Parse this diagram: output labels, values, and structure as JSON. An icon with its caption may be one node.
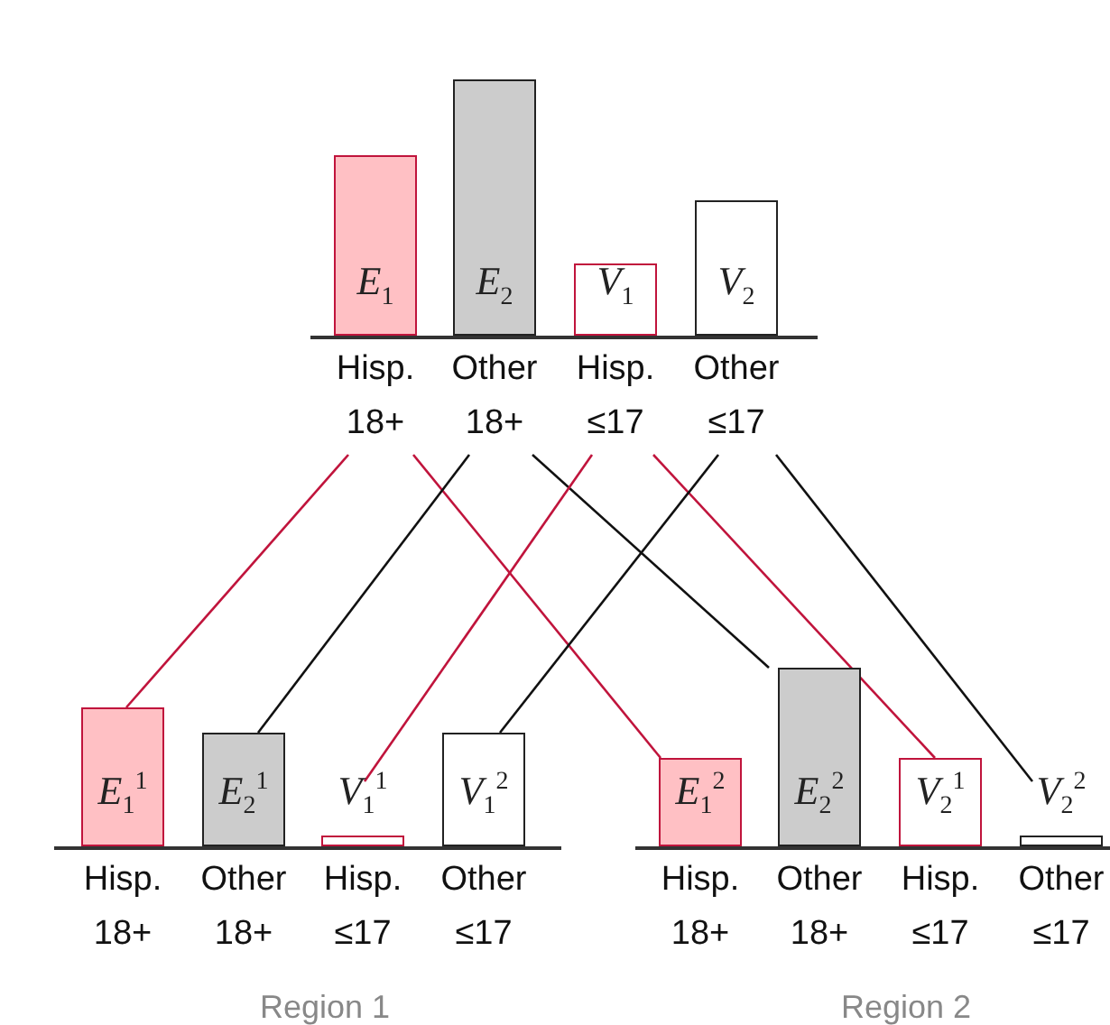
{
  "diagram": {
    "nodes": [
      {
        "text": [
          "E$_{1}$",
          "Hisp. 18+"
        ]
      },
      {
        "text": [
          "E$_{2}$",
          "Other 18+"
        ]
      },
      {
        "text": [
          "V$_{1}$",
          "Hisp. ≤17"
        ]
      },
      {
        "text": [
          "V$_{2}$",
          "Other ≤17"
        ]
      },
      {
        "text": [
          "E$_{1}$$^{1}$",
          "Hisp. 18+"
        ]
      },
      {
        "text": [
          "E$_{2}$$^{1}$",
          "Other 18+"
        ]
      },
      {
        "text": [
          "V$_{1}$$^{1}$",
          "Hisp. ≤17"
        ]
      },
      {
        "text": [
          "V$_{1}$$^{2}$",
          "Other ≤17"
        ]
      },
      {
        "text": [
          "E$_{1}$$^{2}$",
          "Hisp. 18+"
        ]
      },
      {
        "text": [
          "E$_{2}$$^{2}$",
          "Other 18+"
        ]
      },
      {
        "text": [
          "V$_{2}$$^{1}$",
          "Hisp. ≤17"
        ]
      },
      {
        "text": [
          "V$_{2}$$^{2}$",
          "Other ≤17"
        ]
      }
    ],
    "edges": [
      {
        "from": 0,
        "to": 4,
        "arrow": "none",
        "color": "#c0143c"
      },
      {
        "from": 0,
        "to": 8,
        "arrow": "none",
        "color": "#c0143c"
      },
      {
        "from": 1,
        "to": 5,
        "arrow": "none",
        "color": "#111111"
      },
      {
        "from": 1,
        "to": 9,
        "arrow": "none",
        "color": "#111111"
      },
      {
        "from": 2,
        "to": 6,
        "arrow": "none",
        "color": "#c0143c"
      },
      {
        "from": 2,
        "to": 10,
        "arrow": "none",
        "color": "#c0143c"
      },
      {
        "from": 3,
        "to": 7,
        "arrow": "none",
        "color": "#111111"
      },
      {
        "from": 3,
        "to": 11,
        "arrow": "none",
        "color": "#111111"
      }
    ],
    "labels": [
      "Region 1",
      "Region 2"
    ]
  }
}
